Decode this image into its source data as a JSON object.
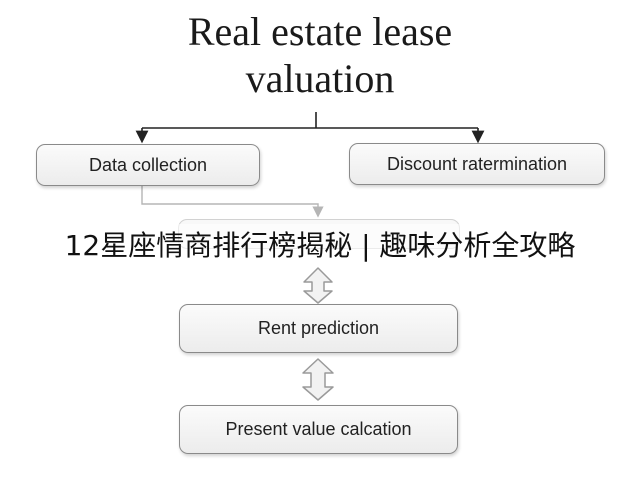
{
  "title": {
    "line1": "Real estate lease",
    "line2": "valuation"
  },
  "nodes": {
    "data_collection": "Data collection",
    "discount_determination": "Discount ratermination",
    "rent_prediction": "Rent prediction",
    "present_value": "Present value calcation"
  },
  "overlay_caption": "12星座情商排行榜揭秘 | 趣味分析全攻略",
  "colors": {
    "box_border": "#8a8a8a",
    "connector": "#222222",
    "double_arrow": "#9a9a9a"
  }
}
